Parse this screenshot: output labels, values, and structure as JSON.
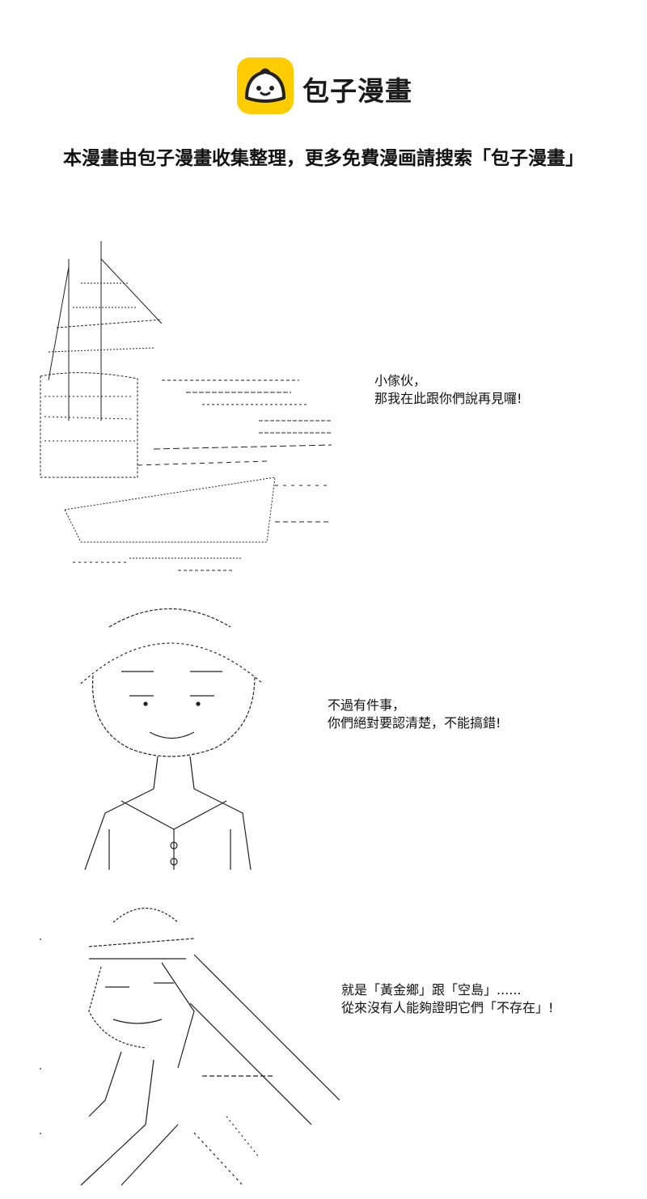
{
  "brand": {
    "name": "包子漫畫",
    "colors": {
      "logo_bg": "#ffcc00",
      "bun": "#ffffff",
      "outline": "#222222"
    },
    "icon": "steamed-bun-icon"
  },
  "tagline": "本漫畫由包子漫畫收集整理，更多免費漫画請搜索「包子漫畫」",
  "panels": [
    {
      "art": "ship-harbor-ascii-art",
      "dialogue": [
        "小傢伙，",
        "那我在此跟你們說再見囉!"
      ]
    },
    {
      "art": "boy-with-hat-ascii-art",
      "dialogue": [
        "不過有件事，",
        "你們絕對要認清楚，不能搞錯!"
      ]
    },
    {
      "art": "pointing-character-ascii-art",
      "dialogue": [
        "就是「黃金鄉」跟「空島」......",
        "從來沒有人能夠證明它們「不存在」!"
      ]
    }
  ]
}
